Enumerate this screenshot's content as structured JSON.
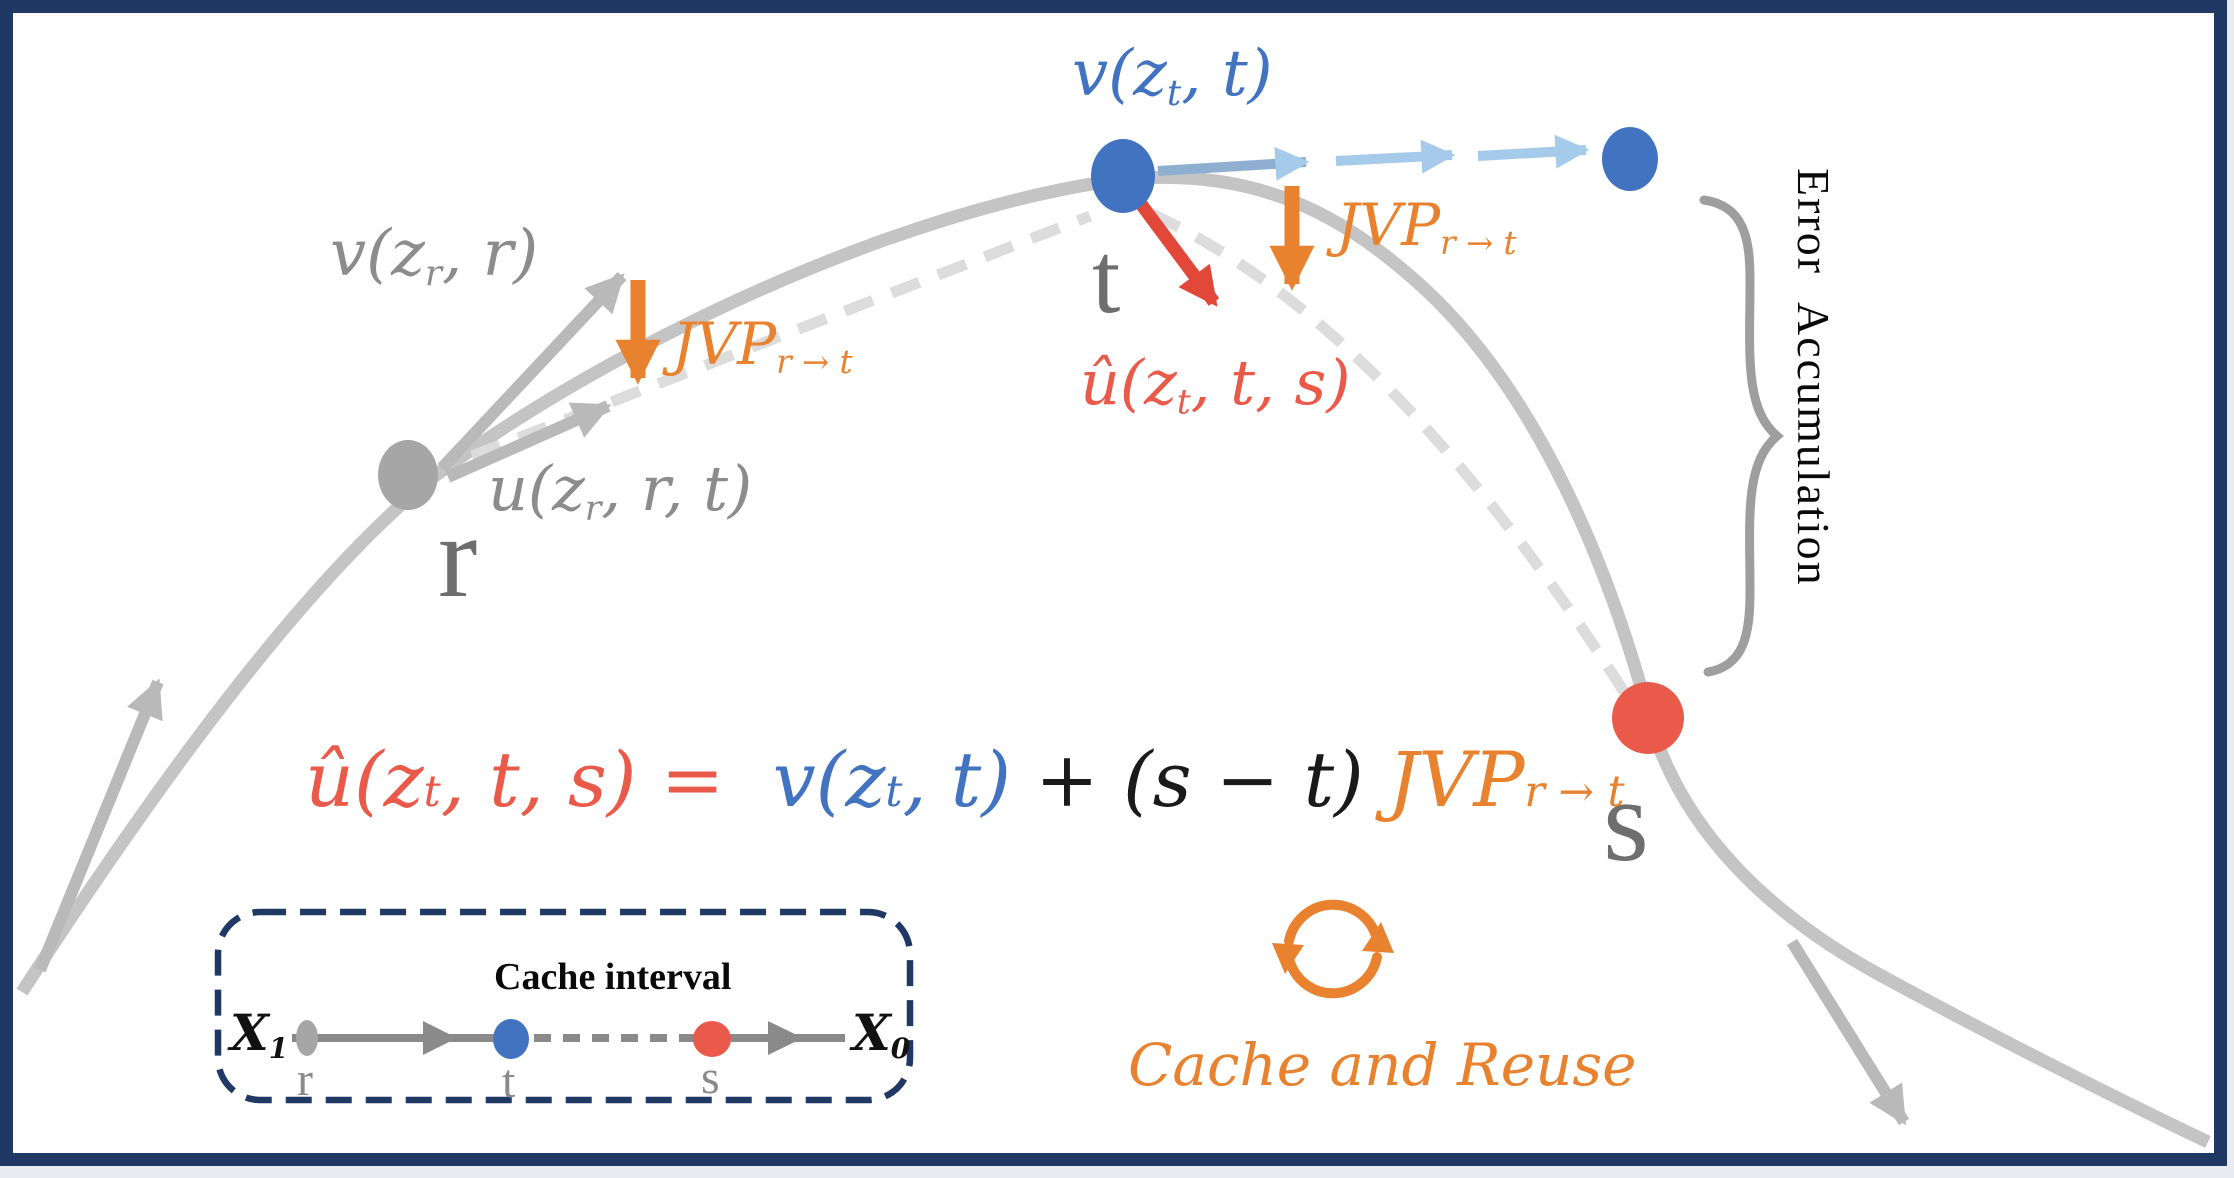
{
  "palette": {
    "navy": "#1F3864",
    "curve_gray": "#C4C4C4",
    "arrow_gray": "#B9B9B9",
    "dashed_gray": "#DCDCDC",
    "dot_gray": "#A6A6A6",
    "brace_gray": "#9E9E9E",
    "timeline_gray": "#8A8A8A",
    "blue": "#4173C0",
    "light_blue": "#A6CBEA",
    "steel_blue": "#8FAFD0",
    "orange": "#E8822F",
    "red": "#E2483A",
    "salmon": "#EA5A4A"
  },
  "labels": {
    "v_r": {
      "pre": "v(z",
      "sub": "r",
      "post": ", r)"
    },
    "u_r": {
      "pre": "u(z",
      "sub": "r",
      "post": ", r, t)"
    },
    "jvp_r": {
      "main": "JVP",
      "sub": "r → t"
    },
    "v_t": {
      "pre": "v(z",
      "sub": "t",
      "post": ", t)"
    },
    "jvp_t": {
      "main": "JVP",
      "sub": "r → t"
    },
    "u_hat": {
      "pre": "û(z",
      "sub": "t",
      "post": ", t, s)"
    },
    "point_r": "r",
    "point_t": "t",
    "point_s": "s",
    "error_accumulation": "Error Accumulation"
  },
  "equation": {
    "tokens": [
      {
        "text": "û(z"
      },
      {
        "text": "t"
      },
      {
        "text": ", t, s) =  "
      },
      {
        "text": "v(z"
      },
      {
        "text": "t"
      },
      {
        "text": ", t) "
      },
      {
        "text": "+ (s − t) "
      },
      {
        "text": "JVP"
      },
      {
        "text": "r → t"
      }
    ]
  },
  "cache_box": {
    "title": "Cache interval",
    "x1": {
      "main": "X",
      "sub": "1"
    },
    "x0": {
      "main": "X",
      "sub": "0"
    },
    "tick_r": "r",
    "tick_t": "t",
    "tick_s": "s"
  },
  "cache_reuse": {
    "label": "Cache and Reuse",
    "icon": "refresh-cycle-icon"
  }
}
